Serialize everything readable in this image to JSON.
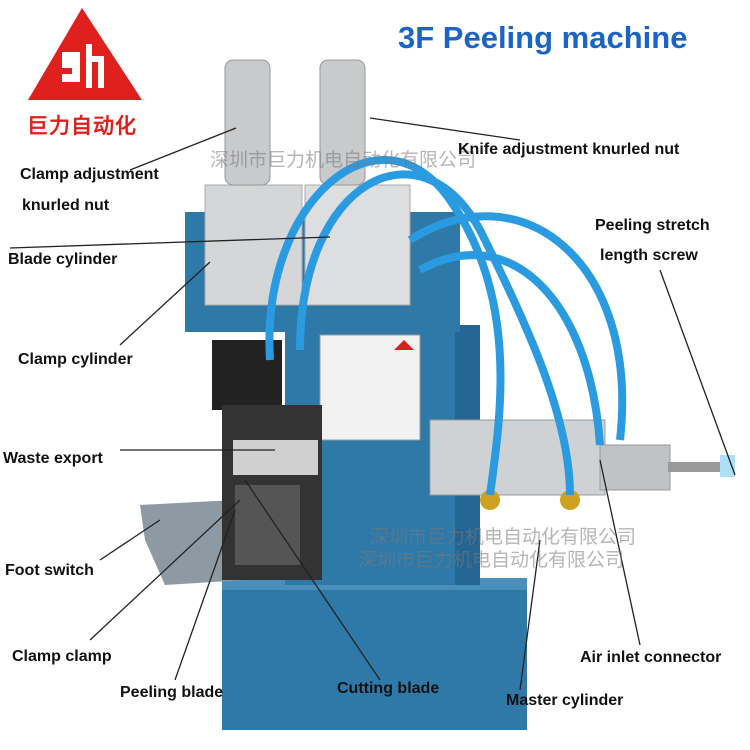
{
  "logo": {
    "text": "巨力自动化",
    "color": "#e0201c"
  },
  "title": {
    "text": "3F Peeling machine",
    "color": "#1b63c6"
  },
  "watermarks": [
    "深圳市巨力机电自动化有限公司",
    "深圳市巨力机电自动化有限公司",
    "深圳市巨力机电自动化有限公司"
  ],
  "labels": {
    "clamp_adjustment_1": "Clamp adjustment",
    "clamp_adjustment_2": "knurled nut",
    "knife_adjustment": "Knife adjustment knurled nut",
    "blade_cylinder": "Blade cylinder",
    "clamp_cylinder": "Clamp cylinder",
    "peeling_stretch_1": "Peeling stretch",
    "peeling_stretch_2": "length screw",
    "waste_export": "Waste export",
    "foot_switch": "Foot switch",
    "clamp_clamp": "Clamp clamp",
    "peeling_blade": "Peeling blade",
    "cutting_blade": "Cutting blade",
    "master_cylinder": "Master cylinder",
    "air_inlet_connector": "Air inlet connector"
  },
  "colors": {
    "machine_body": "#2f79a8",
    "tubes": "#2a9be0",
    "cylinders": "#d4d6d8"
  }
}
